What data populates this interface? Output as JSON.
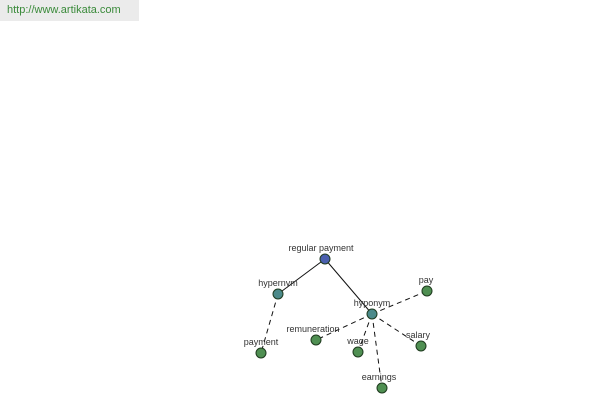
{
  "header": {
    "url_text": "http://www.artikata.com"
  },
  "colors": {
    "root": "#4a5fae",
    "relation": "#4b8a8a",
    "leaf": "#4f8f52",
    "url_text": "#3a8a3a"
  },
  "graph": {
    "nodes": [
      {
        "id": "root",
        "label": "regular payment",
        "kind": "root"
      },
      {
        "id": "hypernym",
        "label": "hypernym",
        "kind": "relation"
      },
      {
        "id": "hyponym",
        "label": "hyponym",
        "kind": "relation"
      },
      {
        "id": "payment",
        "label": "payment",
        "kind": "leaf"
      },
      {
        "id": "pay",
        "label": "pay",
        "kind": "leaf"
      },
      {
        "id": "remuneration",
        "label": "remuneration",
        "kind": "leaf"
      },
      {
        "id": "wage",
        "label": "wage",
        "kind": "leaf"
      },
      {
        "id": "salary",
        "label": "salary",
        "kind": "leaf"
      },
      {
        "id": "earnings",
        "label": "earnings",
        "kind": "leaf"
      }
    ],
    "edges": [
      {
        "from": "root",
        "to": "hypernym",
        "style": "solid"
      },
      {
        "from": "root",
        "to": "hyponym",
        "style": "solid"
      },
      {
        "from": "hypernym",
        "to": "payment",
        "style": "dashed"
      },
      {
        "from": "hyponym",
        "to": "pay",
        "style": "dashed"
      },
      {
        "from": "hyponym",
        "to": "remuneration",
        "style": "dashed"
      },
      {
        "from": "hyponym",
        "to": "wage",
        "style": "dashed"
      },
      {
        "from": "hyponym",
        "to": "salary",
        "style": "dashed"
      },
      {
        "from": "hyponym",
        "to": "earnings",
        "style": "dashed"
      }
    ]
  }
}
